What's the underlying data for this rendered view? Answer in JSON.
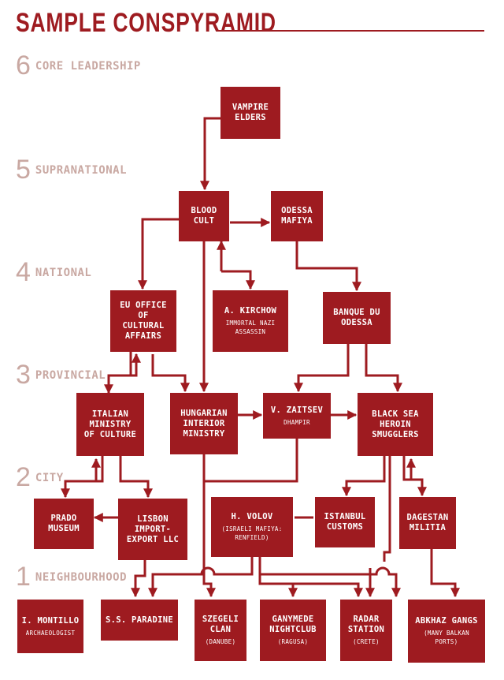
{
  "title": "SAMPLE CONSPYRAMID",
  "colors": {
    "accent": "#9e1b20",
    "level": "#c9a8a2"
  },
  "levels": [
    {
      "num": "6",
      "label": "CORE LEADERSHIP"
    },
    {
      "num": "5",
      "label": "SUPRANATIONAL"
    },
    {
      "num": "4",
      "label": "NATIONAL"
    },
    {
      "num": "3",
      "label": "PROVINCIAL"
    },
    {
      "num": "2",
      "label": "CITY"
    },
    {
      "num": "1",
      "label": "NEIGHBOURHOOD"
    }
  ],
  "nodes": {
    "vampire_elders": {
      "name": "VAMPIRE\nELDERS",
      "sub": ""
    },
    "blood_cult": {
      "name": "BLOOD\nCULT",
      "sub": ""
    },
    "odessa_mafiya": {
      "name": "ODESSA\nMAFIYA",
      "sub": ""
    },
    "eu_office": {
      "name": "EU OFFICE OF\nCULTURAL\nAFFAIRS",
      "sub": ""
    },
    "kirchow": {
      "name": "A. KIRCHOW",
      "sub": "IMMORTAL NAZI\nASSASSIN"
    },
    "banque": {
      "name": "BANQUE DU\nODESSA",
      "sub": ""
    },
    "italian": {
      "name": "ITALIAN\nMINISTRY\nOF CULTURE",
      "sub": ""
    },
    "hungarian": {
      "name": "HUNGARIAN\nINTERIOR\nMINISTRY",
      "sub": ""
    },
    "zaitsev": {
      "name": "V. ZAITSEV",
      "sub": "DHAMPIR"
    },
    "blacksea": {
      "name": "BLACK SEA\nHEROIN\nSMUGGLERS",
      "sub": ""
    },
    "prado": {
      "name": "PRADO\nMUSEUM",
      "sub": ""
    },
    "lisbon": {
      "name": "LISBON\nIMPORT-\nEXPORT LLC",
      "sub": ""
    },
    "volov": {
      "name": "H. VOLOV",
      "sub": "(ISRAELI MAFIYA:\nRENFIELD)"
    },
    "istanbul": {
      "name": "ISTANBUL\nCUSTOMS",
      "sub": ""
    },
    "dagestan": {
      "name": "DAGESTAN\nMILITIA",
      "sub": ""
    },
    "montillo": {
      "name": "I. MONTILLO",
      "sub": "ARCHAEOLOGIST"
    },
    "paradine": {
      "name": "S.S. PARADINE",
      "sub": ""
    },
    "szegeli": {
      "name": "SZEGELI\nCLAN",
      "sub": "(DANUBE)"
    },
    "ganymede": {
      "name": "GANYMEDE\nNIGHTCLUB",
      "sub": "(RAGUSA)"
    },
    "radar": {
      "name": "RADAR\nSTATION",
      "sub": "(CRETE)"
    },
    "abkhaz": {
      "name": "ABKHAZ GANGS",
      "sub": "(MANY BALKAN\nPORTS)"
    }
  }
}
